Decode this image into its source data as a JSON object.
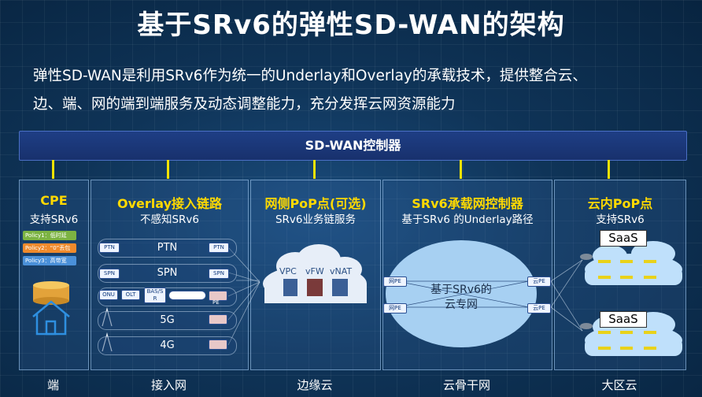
{
  "title": "基于SRv6的弹性SD-WAN的架构",
  "description": [
    "弹性SD-WAN是利用SRv6作为统一的Underlay和Overlay的承载技术，提供整合云、",
    "边、端、网的端到端服务及动态调整能力，充分发挥云网资源能力"
  ],
  "controller": "SD-WAN控制器",
  "columns": [
    {
      "title": "CPE",
      "subtitle": "支持SRv6",
      "bottom": "端"
    },
    {
      "title": "Overlay接入链路",
      "subtitle": "不感知SRv6",
      "bottom": "接入网"
    },
    {
      "title": "网侧PoP点(可选)",
      "subtitle": "SRv6业务链服务",
      "bottom": "边缘云"
    },
    {
      "title": "SRv6承载网控制器",
      "subtitle": "基于SRv6 的Underlay路径",
      "bottom": "云骨干网"
    },
    {
      "title": "云内PoP点",
      "subtitle": "支持SRv6",
      "bottom": "大区云"
    }
  ],
  "cpe": {
    "policies": [
      {
        "label": "Policy1：低时延",
        "color": "#7cb342"
      },
      {
        "label": "Policy2：“0”丢包",
        "color": "#ef8a2c"
      },
      {
        "label": "Policy3：高带宽",
        "color": "#4a90d9"
      }
    ],
    "device": "CPE"
  },
  "access": {
    "links": [
      "PTN",
      "SPN",
      "",
      "5G",
      "4G"
    ],
    "left_boxes": [
      "PTN",
      "SPN",
      "ONU",
      "OLT",
      "BAS/S R"
    ],
    "right_boxes": [
      "PTN",
      "SPN",
      "",
      "",
      ""
    ],
    "right_badge": "PE"
  },
  "edge": {
    "labels": [
      "VPC",
      "vFW",
      "vNAT"
    ]
  },
  "backbone": {
    "cloud_text": [
      "基于SRv6的",
      "云专网"
    ],
    "left_nodes": [
      "网PE",
      "网PE"
    ],
    "right_nodes": [
      "云PE",
      "云PE"
    ]
  },
  "region": {
    "saas": [
      "SaaS",
      "SaaS"
    ]
  }
}
